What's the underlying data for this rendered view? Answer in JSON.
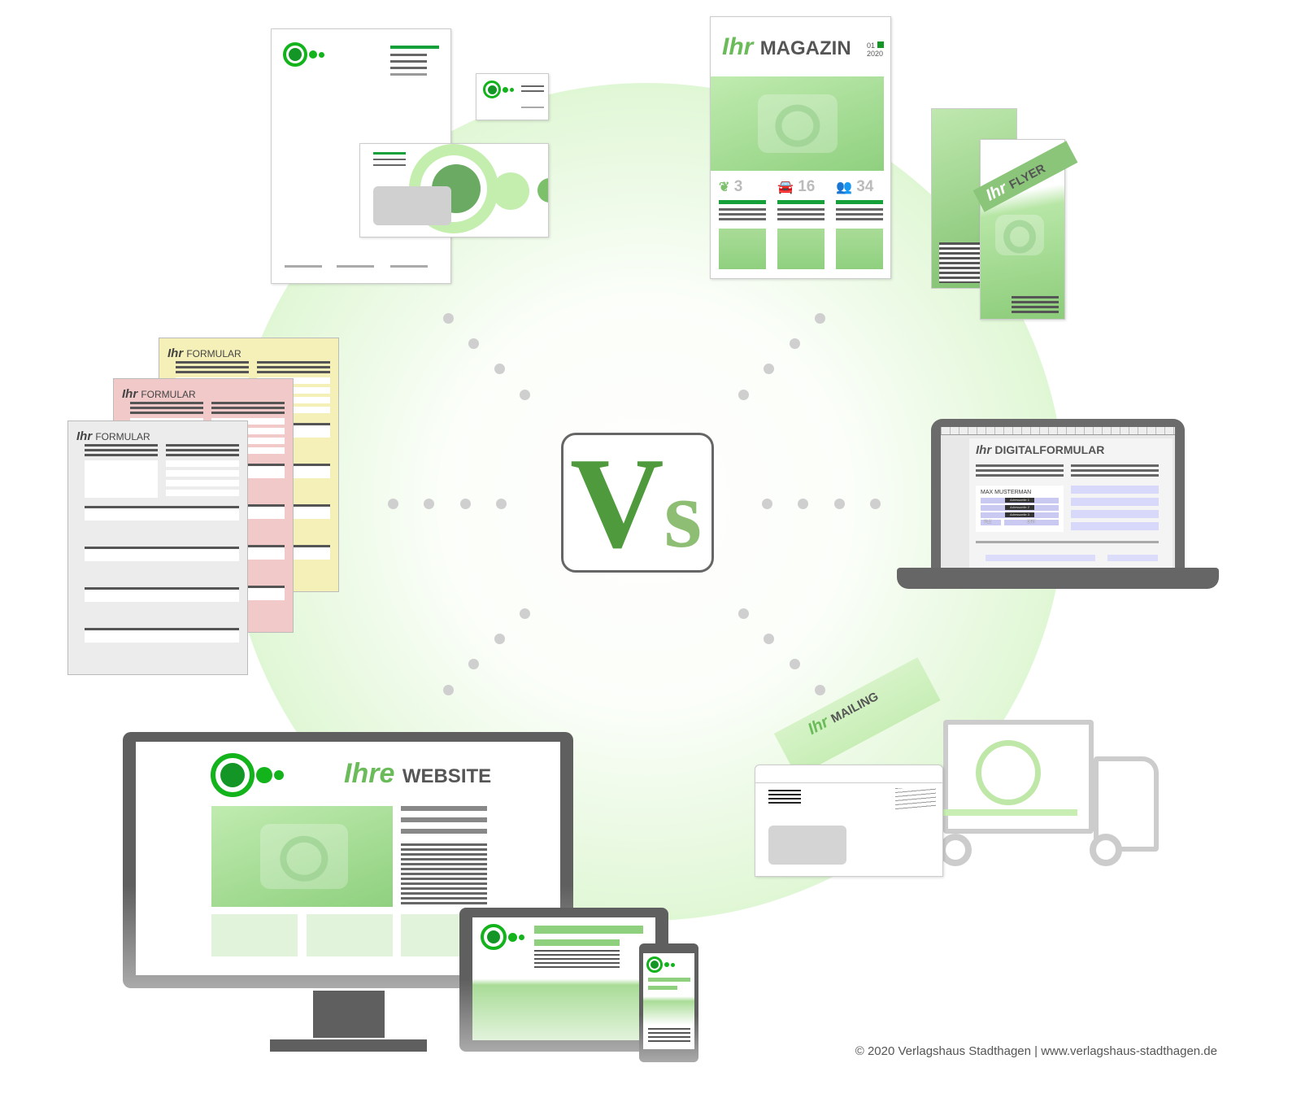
{
  "logo": {
    "text": "Vs"
  },
  "magazine": {
    "ihr": "Ihr",
    "title": "MAGAZIN",
    "issue": "01",
    "year": "2020",
    "stats": [
      {
        "icon": "leaf-icon",
        "value": "3"
      },
      {
        "icon": "car-icon",
        "value": "16"
      },
      {
        "icon": "people-icon",
        "value": "34"
      }
    ]
  },
  "flyer": {
    "ihr": "Ihr",
    "title": "FLYER"
  },
  "forms": [
    {
      "ihr": "Ihr",
      "title": "FORMULAR",
      "color": "#f5f0b8"
    },
    {
      "ihr": "Ihr",
      "title": "FORMULAR",
      "color": "#f1c9c9"
    },
    {
      "ihr": "Ihr",
      "title": "FORMULAR",
      "color": "#ececec"
    }
  ],
  "digital_form": {
    "ihr": "Ihr",
    "title": "DIGITALFORMULAR",
    "name_value": "MAX MUSTERMAN",
    "fields": [
      "Adresszeile 1",
      "Adresszeile 2",
      "Adresszeile 3"
    ],
    "plz": "PLZ",
    "ort": "ORT"
  },
  "mailing": {
    "ihr": "Ihr",
    "title": "MAILING"
  },
  "website": {
    "ihr": "Ihre",
    "title": "WEBSITE"
  },
  "footer": {
    "copyright": "© 2020 Verlagshaus Stadthagen | www.verlagshaus-stadthagen.de"
  },
  "colors": {
    "brand_green": "#13b31c",
    "dark_green": "#4f9a3c",
    "light_green": "#c3eeae"
  }
}
